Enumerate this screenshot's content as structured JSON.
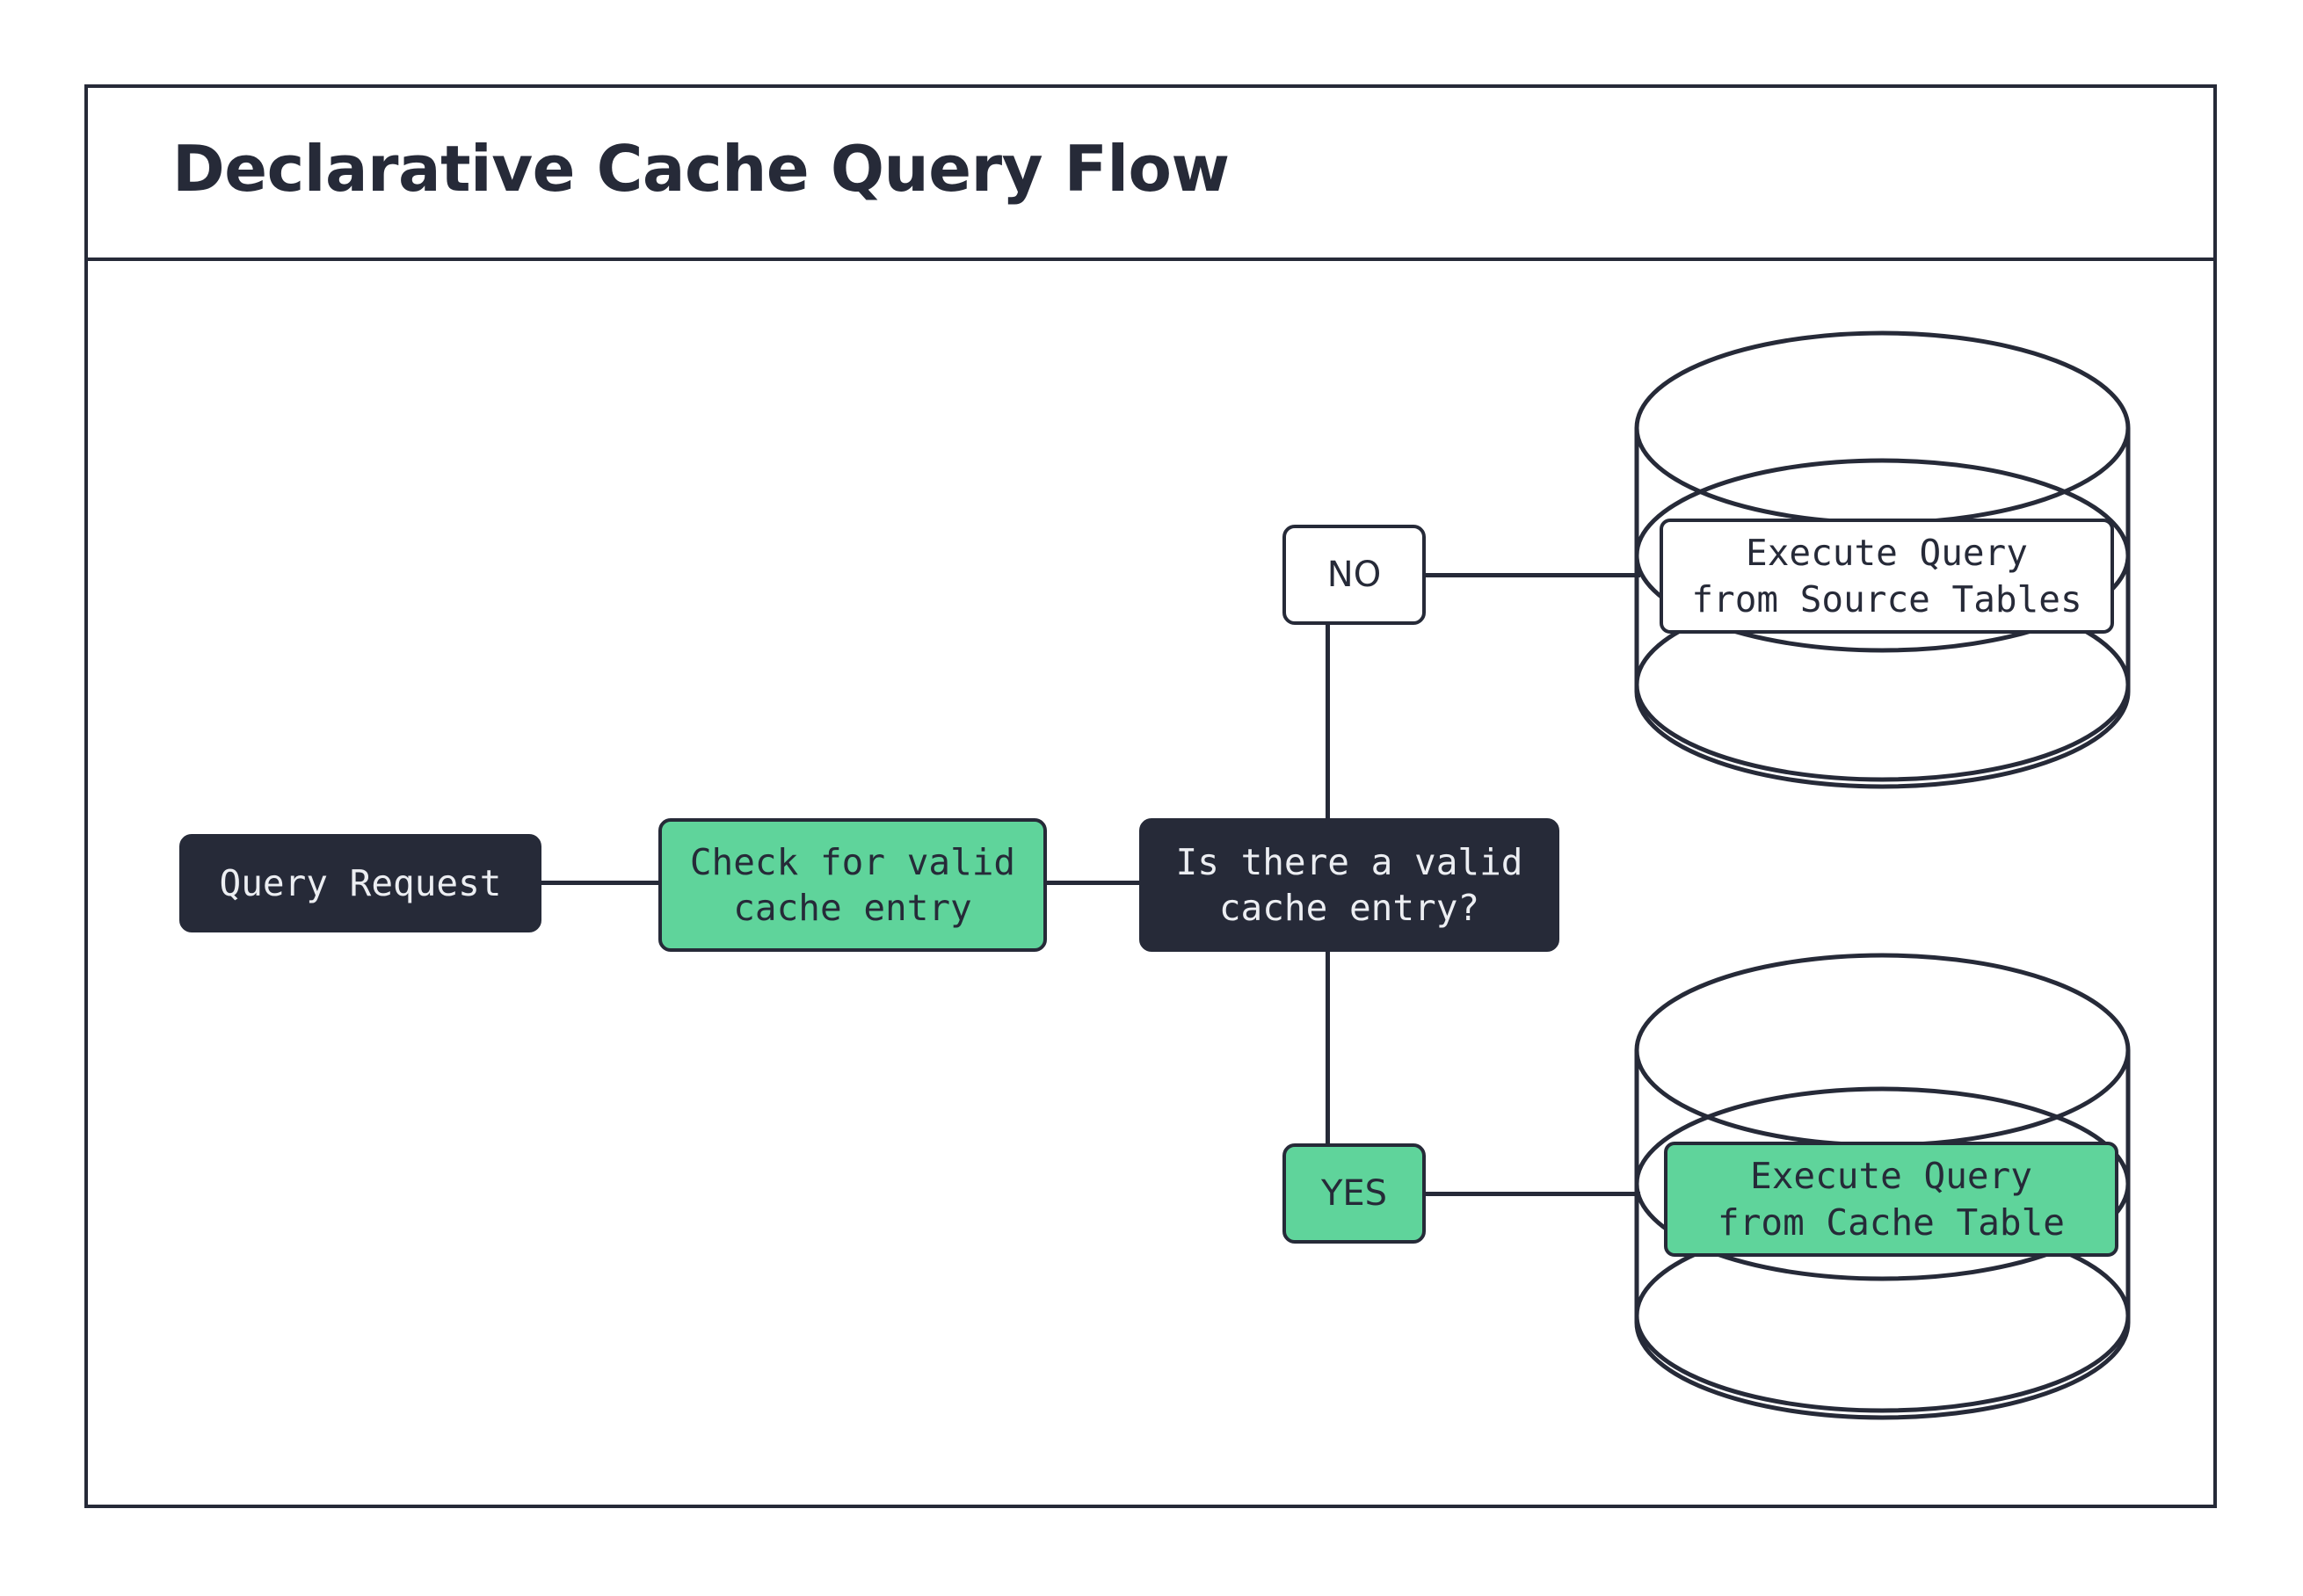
{
  "diagram": {
    "title": "Declarative Cache Query Flow",
    "colors": {
      "ink": "#262a38",
      "green": "#5fd49b",
      "white": "#ffffff",
      "text_light": "#eceef2"
    },
    "nodes": [
      {
        "id": "query-request",
        "label": "Query Request",
        "style": "dark"
      },
      {
        "id": "check-cache",
        "label": "Check for valid\ncache entry",
        "style": "green"
      },
      {
        "id": "decision",
        "label": "Is there a valid\ncache entry?",
        "style": "dark"
      },
      {
        "id": "execute-source",
        "label": "Execute Query\nfrom Source Tables",
        "style": "white"
      },
      {
        "id": "execute-cache",
        "label": "Execute Query\nfrom Cache Table",
        "style": "green"
      }
    ],
    "edge_labels": {
      "no": "NO",
      "yes": "YES"
    },
    "databases": [
      {
        "id": "source-tables-db",
        "name": "source-tables-database-cylinder"
      },
      {
        "id": "cache-table-db",
        "name": "cache-table-database-cylinder"
      }
    ]
  }
}
